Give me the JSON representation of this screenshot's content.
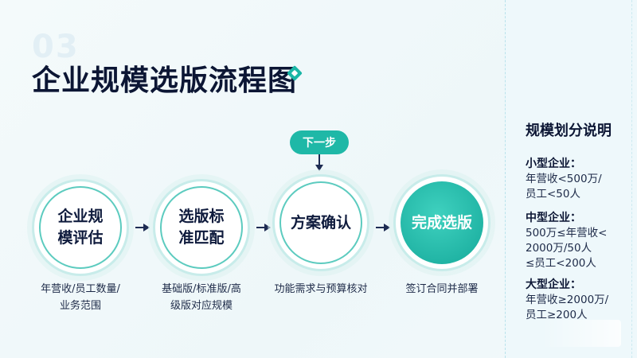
{
  "header": {
    "section_number": "03",
    "title": "企业规模选版流程图"
  },
  "flow": {
    "steps": [
      {
        "label_line1": "企业规",
        "label_line2": "模评估",
        "caption_line1": "年营收/员工数量/",
        "caption_line2": "业务范围"
      },
      {
        "label_line1": "选版标",
        "label_line2": "准匹配",
        "caption_line1": "基础版/标准版/高",
        "caption_line2": "级版对应规模"
      },
      {
        "label_line1": "方案确认",
        "label_line2": "",
        "caption_line1": "功能需求与预算核对",
        "caption_line2": ""
      },
      {
        "label_line1": "完成选版",
        "label_line2": "",
        "caption_line1": "签订合同并部署",
        "caption_line2": ""
      }
    ],
    "next_step_label": "下一步"
  },
  "sidebar": {
    "title": "规模划分说明",
    "groups": [
      {
        "title": "小型企业：",
        "lines": [
          "年营收<500万/",
          "员工<50人"
        ]
      },
      {
        "title": "中型企业：",
        "lines": [
          "500万≤年营收<",
          "2000万/50人",
          "≤员工<200人"
        ]
      },
      {
        "title": "大型企业：",
        "lines": [
          "年营收≥2000万/",
          "员工≥200人"
        ]
      }
    ]
  },
  "colors": {
    "accent": "#1fb8a7",
    "title_text": "#0c1634",
    "ring": "#5ccbbf",
    "arrow": "#1e2c53"
  }
}
